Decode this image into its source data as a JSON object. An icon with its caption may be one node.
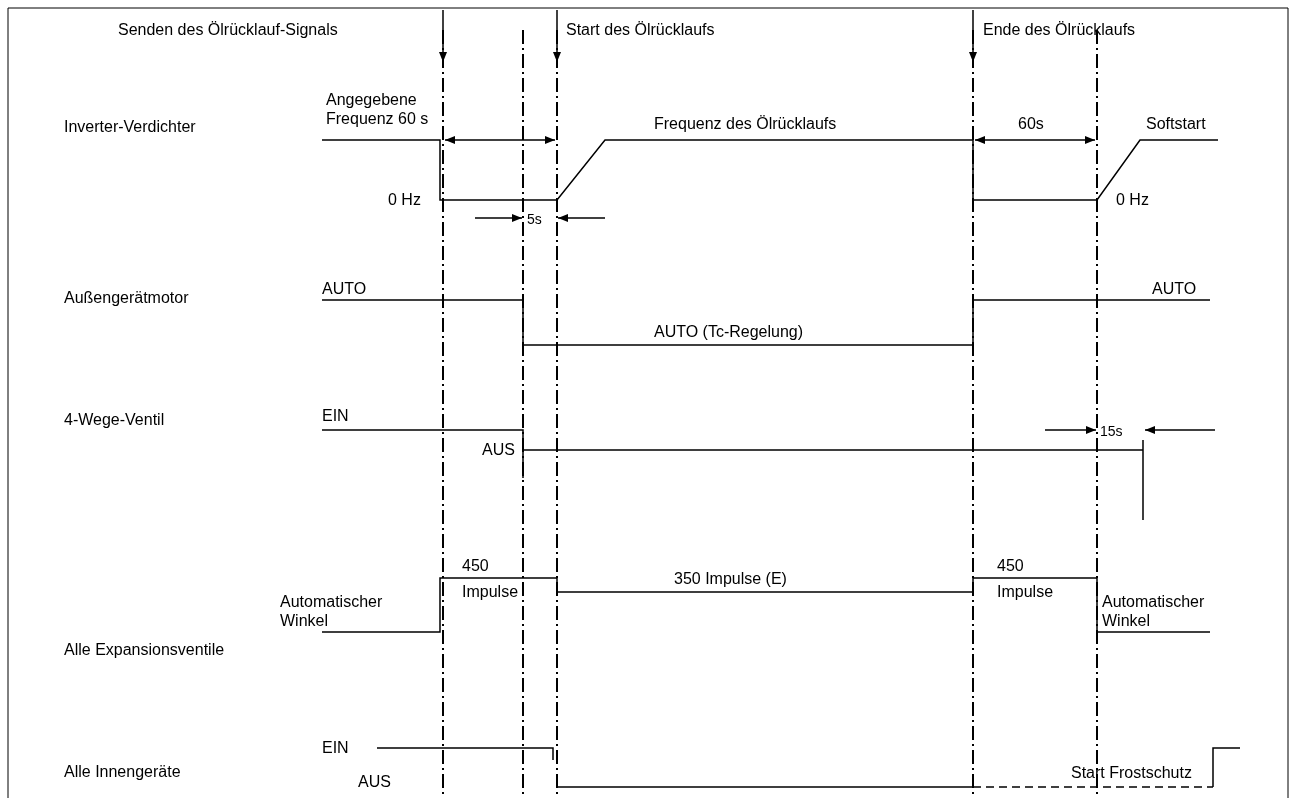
{
  "diagram": {
    "labels": [
      "Senden des Ölrücklauf-Signals",
      "Start des Ölrücklaufs",
      "Ende des Ölrücklaufs",
      "Angegebene Frequenz 60 s",
      "Inverter-Verdichter",
      "Frequenz des Ölrücklaufs",
      "60s",
      "Softstart",
      "0 Hz",
      "0 Hz",
      "5s",
      "Außengerätmotor",
      "AUTO",
      "AUTO",
      "AUTO (Tc-Regelung)",
      "4-Wege-Ventil",
      "EIN",
      "15s",
      "AUS",
      "450 Impulse",
      "450 Impulse",
      "350 Impulse (E)",
      "Alle Expansionsventile",
      "Automatischer Winkel",
      "Automatischer Winkel",
      "EIN",
      "Alle Innengeräte",
      "AUS",
      "Start Frostschutz"
    ]
  }
}
